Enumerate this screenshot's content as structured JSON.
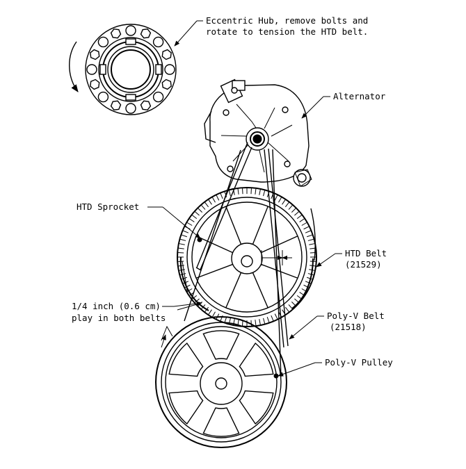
{
  "labels": {
    "eccentric_hub_1": "Eccentric Hub, remove bolts and",
    "eccentric_hub_2": "rotate to tension the HTD belt.",
    "alternator": "Alternator",
    "htd_sprocket": "HTD Sprocket",
    "htd_belt_1": "HTD Belt",
    "htd_belt_2": "(21529)",
    "play_1": "1/4 inch (0.6 cm)",
    "play_2": "play in both belts",
    "polyv_belt_1": "Poly-V Belt",
    "polyv_belt_2": "(21518)",
    "polyv_pulley": "Poly-V Pulley"
  },
  "icons": {
    "rotation_arrow": "curved-arrow-icon"
  }
}
